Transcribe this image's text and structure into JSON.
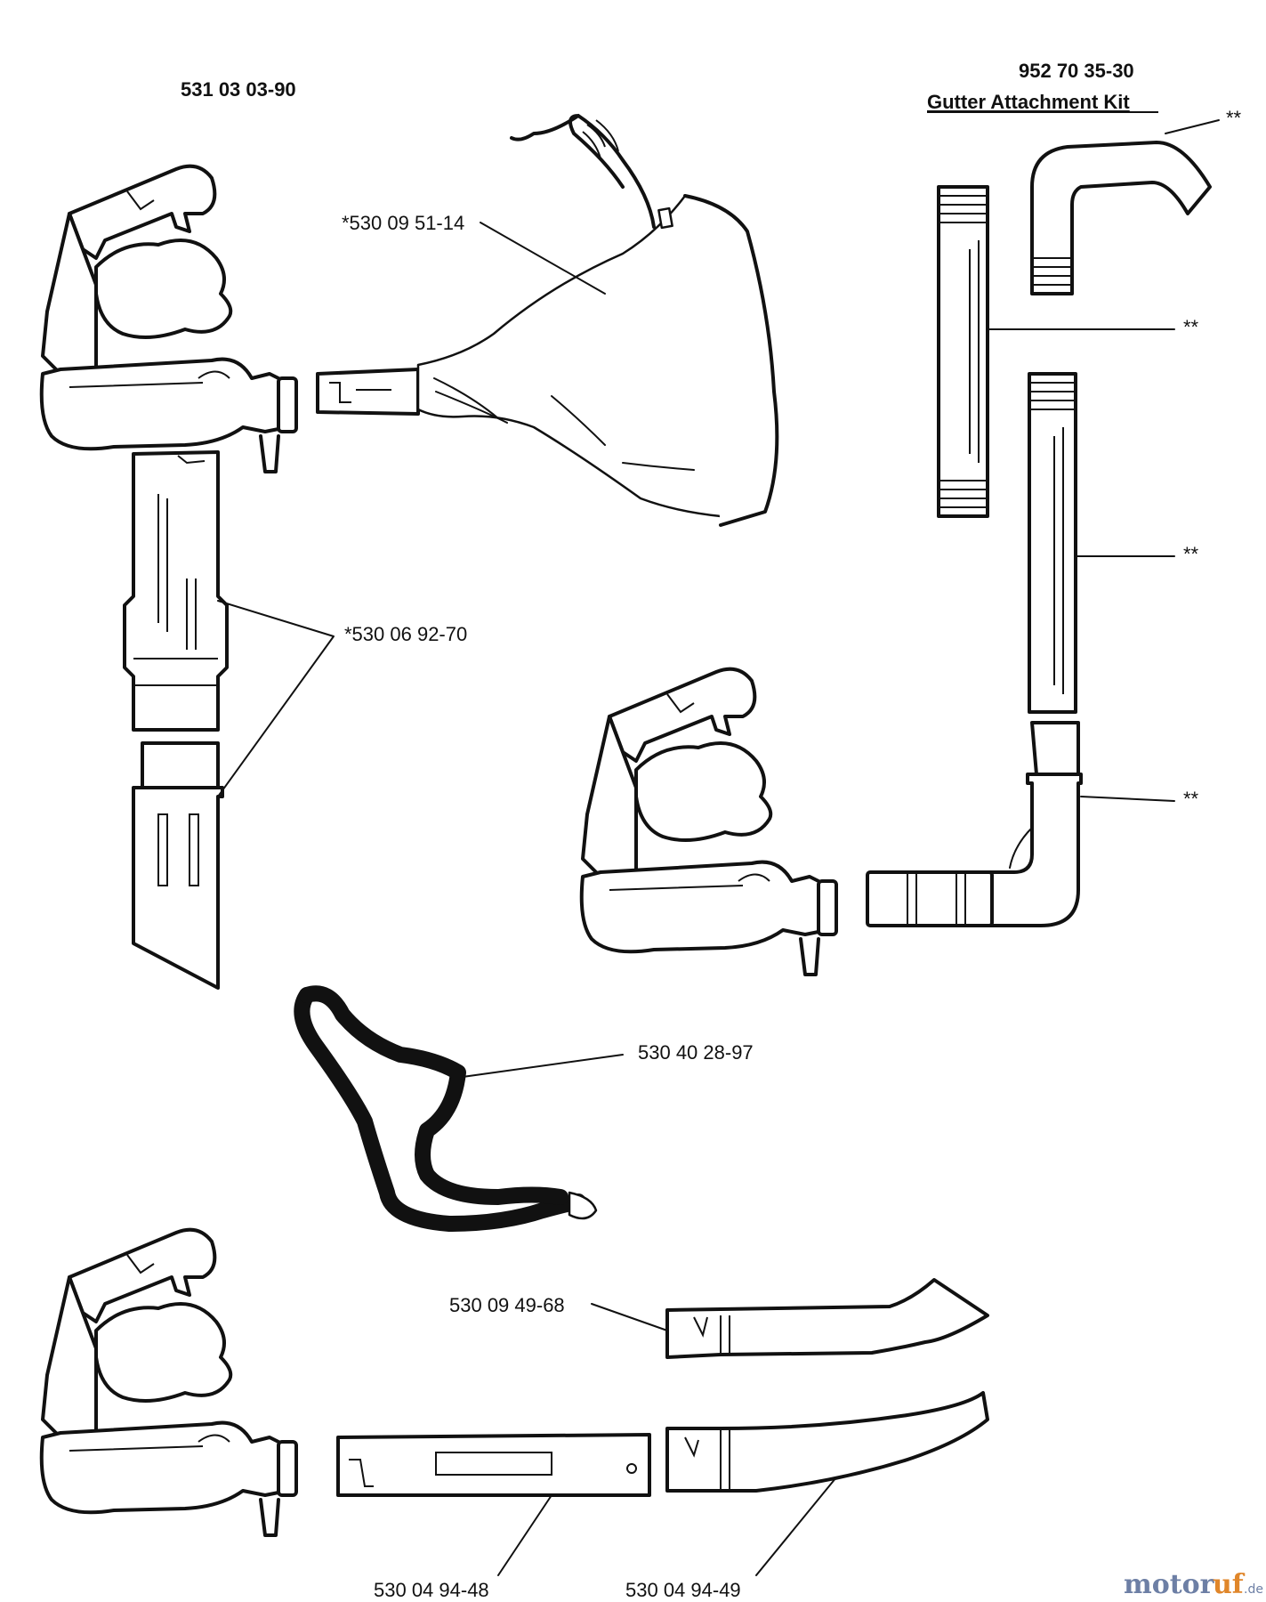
{
  "diagram": {
    "kits": [
      {
        "part_number": "531 03 03-90"
      },
      {
        "part_number": "952 70 35-30",
        "name": "Gutter Attachment Kit"
      }
    ],
    "callouts": [
      {
        "id": "bag",
        "label": "*530 09 51-14"
      },
      {
        "id": "tubes",
        "label": "*530 06 92-70"
      },
      {
        "id": "strap",
        "label": "530 40 28-97"
      },
      {
        "id": "nozzle-a",
        "label": "530 09 49-68"
      },
      {
        "id": "tube-b",
        "label": "530 04 94-48"
      },
      {
        "id": "nozzle-b",
        "label": "530 04 94-49"
      },
      {
        "id": "gutter-1",
        "label": "**"
      },
      {
        "id": "gutter-2",
        "label": "**"
      },
      {
        "id": "gutter-3",
        "label": "**"
      },
      {
        "id": "gutter-4",
        "label": "**"
      }
    ],
    "watermark": {
      "part1": "motor",
      "part2": "uf",
      "suffix": ".de"
    }
  }
}
